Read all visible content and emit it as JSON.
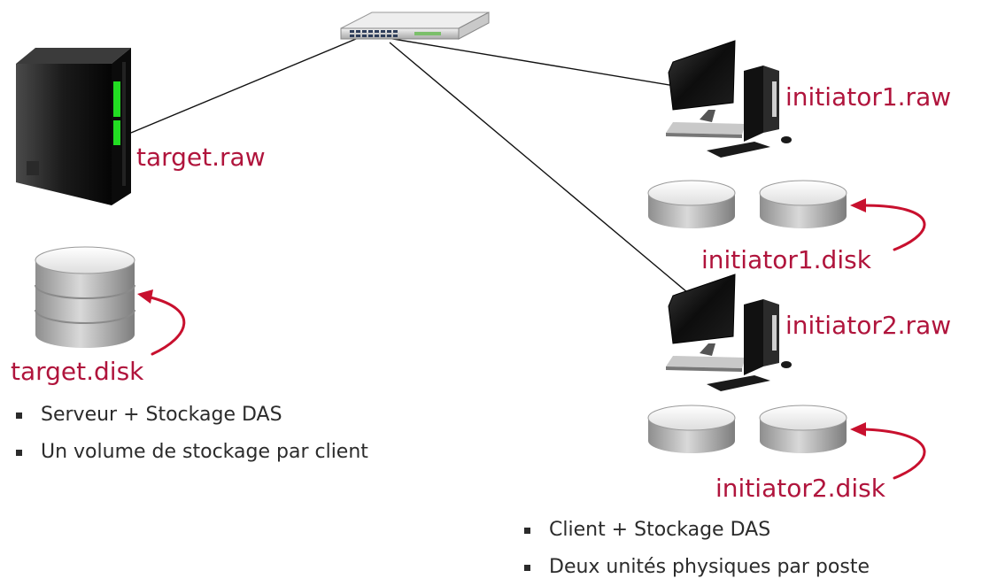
{
  "labels": {
    "target_raw": "target.raw",
    "target_disk": "target.disk",
    "initiator1_raw": "initiator1.raw",
    "initiator1_disk": "initiator1.disk",
    "initiator2_raw": "initiator2.raw",
    "initiator2_disk": "initiator2.disk"
  },
  "server_notes": [
    "Serveur + Stockage DAS",
    "Un volume de stockage par client"
  ],
  "client_notes": [
    "Client + Stockage DAS",
    "Deux unités physiques par poste"
  ],
  "colors": {
    "label": "#b0143c",
    "arrow": "#c8102e",
    "link": "#111111",
    "led": "#22dd22",
    "disk_top": "#f4f4f4",
    "disk_side": "#b9b9b9"
  },
  "icons": [
    "network-switch-icon",
    "server-tower-icon",
    "database-icon",
    "desktop-computer-icon",
    "disk-icon"
  ]
}
